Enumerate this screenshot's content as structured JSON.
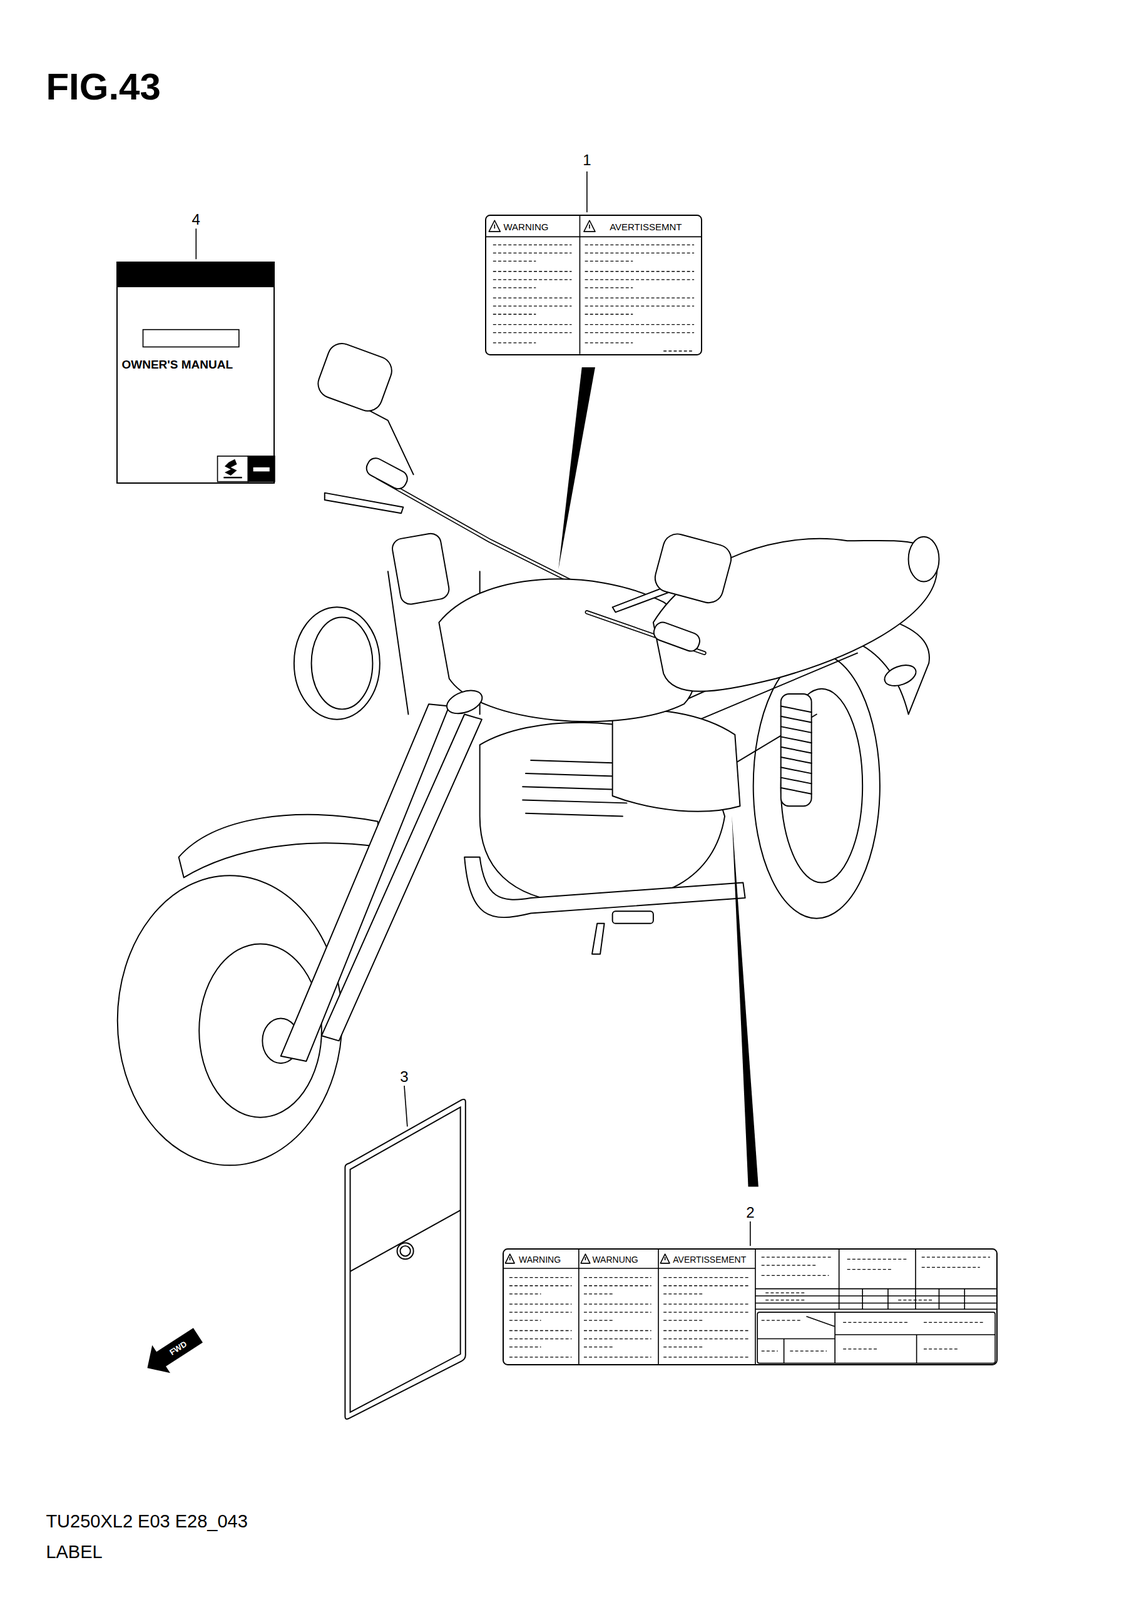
{
  "diagram": {
    "title": "FIG.43",
    "nodes": [
      {
        "text": [
          "WARNING",
          "AVERTISSEMNT"
        ]
      },
      {
        "text": [
          "OWNER'S MANUAL"
        ]
      },
      {
        "text": [
          "WARNING",
          "WARNUNG",
          "AVERTISSEMENT"
        ]
      }
    ],
    "labels": [
      "1",
      "4",
      "3",
      "2",
      "FWD",
      "TU250XL2 E03 E28_043",
      "LABEL"
    ]
  }
}
